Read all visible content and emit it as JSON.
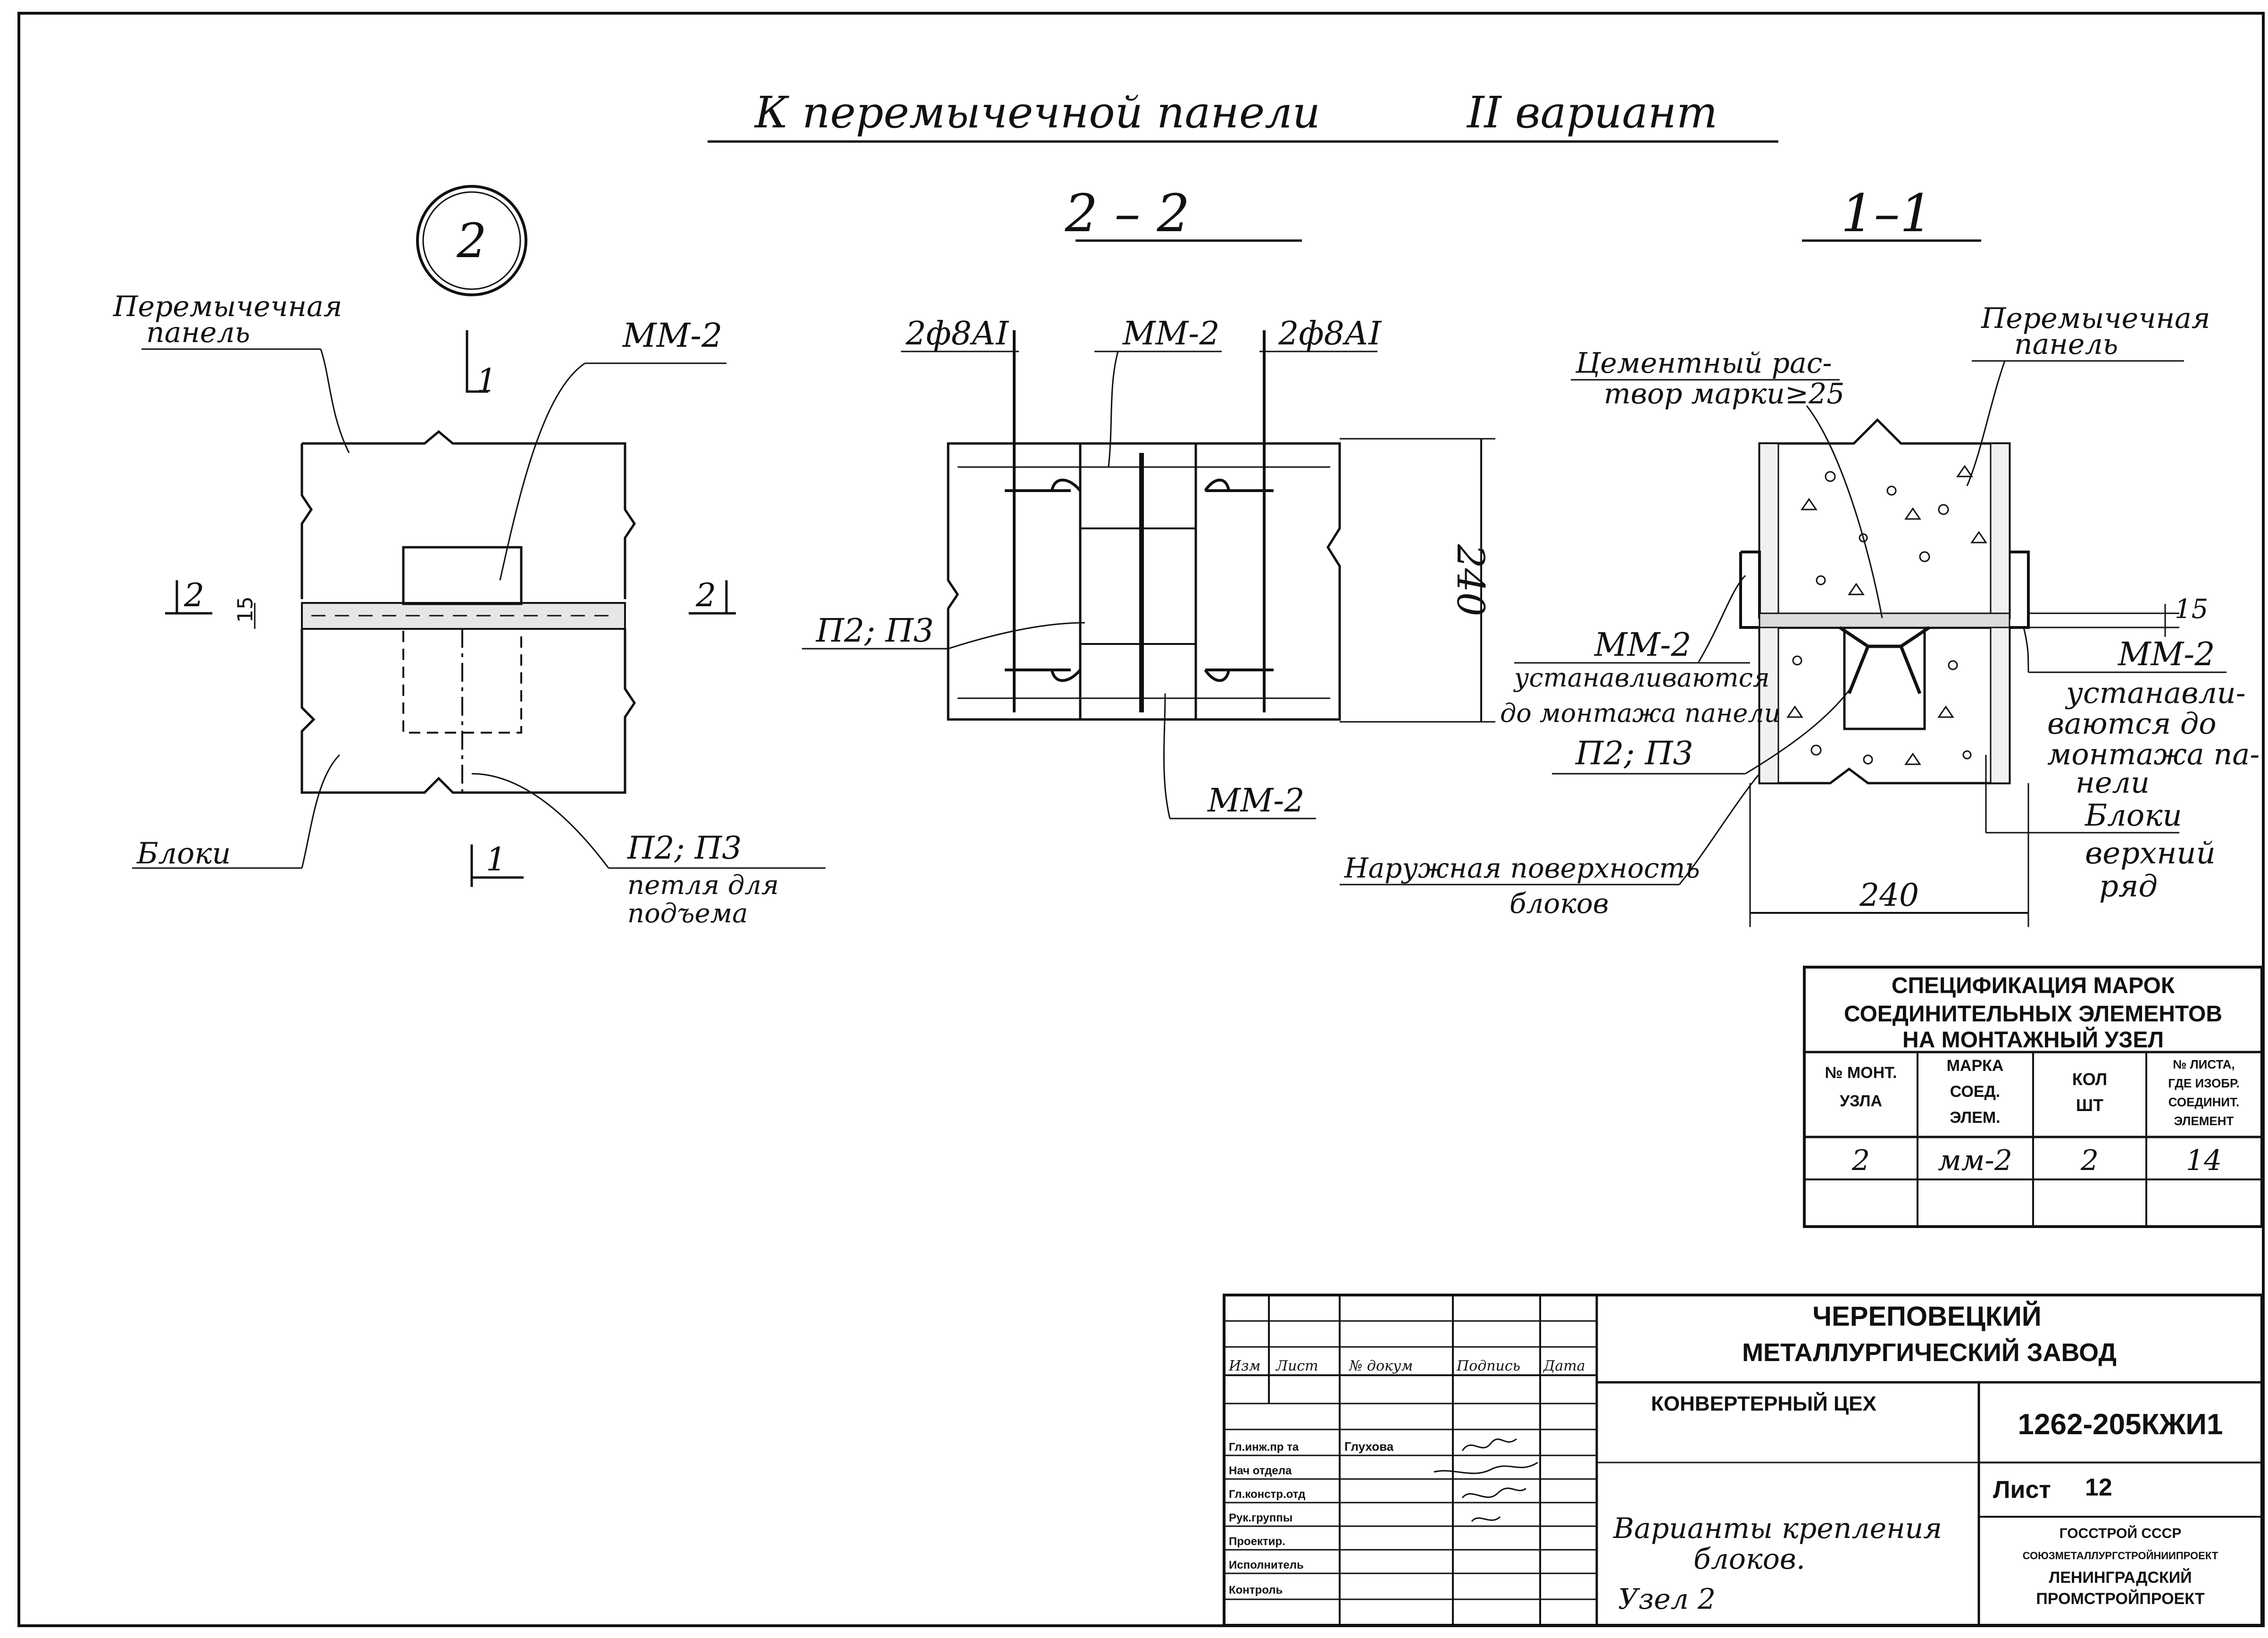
{
  "header": {
    "title": "К перемычечной панели",
    "variant": "II вариант"
  },
  "views": {
    "node": {
      "number": "2",
      "label_panel_1": "Перемычечная",
      "label_panel_2": "панель",
      "label_mm": "ММ-2",
      "label_blocks": "Блоки",
      "label_p": "П2; П3",
      "label_loop_1": "петля для",
      "label_loop_2": "подъема",
      "dim_15": "15",
      "cut_1": "1",
      "cut_2": "2"
    },
    "section_2": {
      "title": "2 – 2",
      "rebar_left": "2ф8АI",
      "rebar_right": "2ф8АI",
      "mm_top": "ММ-2",
      "mm_bottom": "ММ-2",
      "p_label": "П2; П3",
      "dim_240": "240"
    },
    "section_1": {
      "title": "1–1",
      "mortar_1": "Цементный рас-",
      "mortar_2": "твор марки≥25",
      "panel_1": "Перемычечная",
      "panel_2": "панель",
      "mm_left": "ММ-2",
      "mm_left_note_1": "устанавливаются",
      "mm_left_note_2": "до монтажа панели",
      "mm_right": "ММ-2",
      "mm_right_note_1": "устанавли-",
      "mm_right_note_2": "ваются до",
      "mm_right_note_3": "монтажа па-",
      "mm_right_note_4": "нели",
      "p_label": "П2; П3",
      "blocks_1": "Блоки",
      "blocks_2": "верхний",
      "blocks_3": "ряд",
      "outer_1": "Наружная поверхность",
      "outer_2": "блоков",
      "dim_15": "15",
      "dim_240": "240"
    }
  },
  "spec_table": {
    "title_1": "СПЕЦИФИКАЦИЯ МАРОК",
    "title_2": "СОЕДИНИТЕЛЬНЫХ ЭЛЕМЕНТОВ",
    "title_3": "НА МОНТАЖНЫЙ УЗЕЛ",
    "headers": [
      [
        "№ МОНТ.",
        "УЗЛА"
      ],
      [
        "МАРКА",
        "СОЕД.",
        "ЭЛЕМ."
      ],
      [
        "КОЛ",
        "ШТ"
      ],
      [
        "№ ЛИСТА,",
        "ГДЕ ИЗОБР.",
        "СОЕДИНИТ.",
        "ЭЛЕМЕНТ"
      ]
    ],
    "rows": [
      [
        "2",
        "мм-2",
        "2",
        "14"
      ]
    ]
  },
  "title_block": {
    "org_1": "ЧЕРЕПОВЕЦКИЙ",
    "org_2": "МЕТАЛЛУРГИЧЕСКИЙ ЗАВОД",
    "shop": "КОНВЕРТЕРНЫЙ ЦЕХ",
    "code": "1262-205КЖИ1",
    "sheet_label": "Лист",
    "sheet_no": "12",
    "desc_1": "Варианты крепления",
    "desc_2": "блоков.",
    "desc_3": "Узел 2",
    "inst_1": "ГОССТРОЙ СССР",
    "inst_2": "СОЮЗМЕТАЛЛУРГСТРОЙНИИПРОЕКТ",
    "inst_3": "ЛЕНИНГРАДСКИЙ",
    "inst_4": "ПРОМСТРОЙПРОЕКТ",
    "col_headers": [
      "Изм",
      "Лист",
      "№ докум",
      "Подпись",
      "Дата"
    ],
    "roles": [
      "Гл.инж.пр та",
      "Нач отдела",
      "Гл.констр.отд",
      "Рук.группы",
      "Проектир.",
      "Исполнитель",
      "Контроль"
    ],
    "names": [
      "Глухова"
    ]
  }
}
